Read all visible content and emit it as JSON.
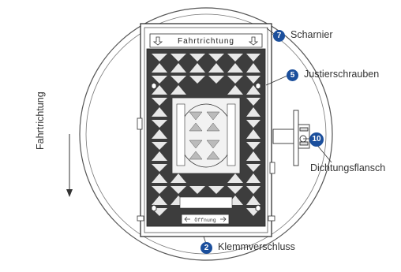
{
  "labels": {
    "scharnier": "Scharnier",
    "justierschrauben": "Justierschrauben",
    "dichtungsflansch": "Dichtungsflansch",
    "klemmverschluss": "Klemmverschluss",
    "fahrtrichtung_side": "Fahrtrichtung",
    "fahrtrichtung_top": "Fahrtrichtung",
    "oeffnung": "Öffnung"
  },
  "callouts": [
    {
      "number": "7",
      "label_key": "scharnier"
    },
    {
      "number": "5",
      "label_key": "justierschrauben"
    },
    {
      "number": "10",
      "label_key": "dichtungsflansch"
    },
    {
      "number": "2",
      "label_key": "klemmverschluss"
    }
  ],
  "colors": {
    "badge": "#1b4f9c",
    "line": "#333333",
    "grate_dark": "#444444",
    "background": "#ffffff"
  }
}
